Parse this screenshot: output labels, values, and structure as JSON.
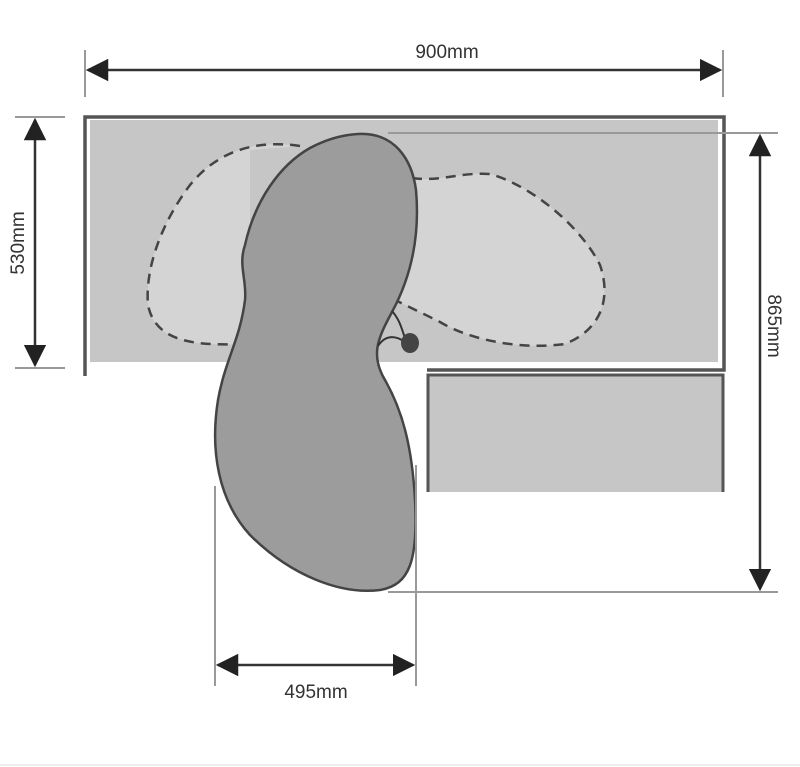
{
  "diagram": {
    "dimensions": {
      "width": "900mm",
      "depth_upper": "530mm",
      "depth_total": "865mm",
      "min_opening": "495mm"
    },
    "colors": {
      "cabinet": "#c6c6c6",
      "swing_area": "#d4d4d4",
      "shelf": "#9c9c9c",
      "outline": "#444444"
    }
  }
}
